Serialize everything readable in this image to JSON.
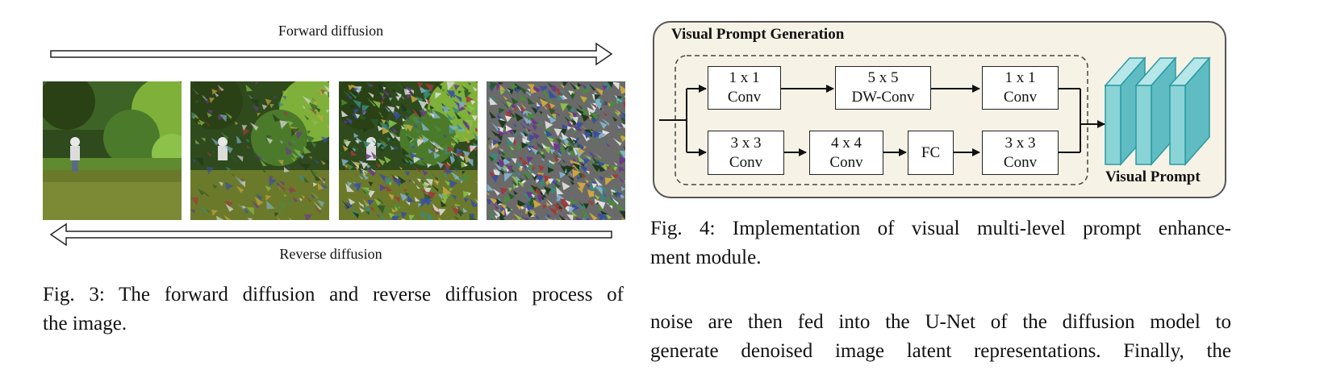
{
  "figure3": {
    "forward_label": "Forward diffusion",
    "reverse_label": "Reverse diffusion",
    "caption_line1": "Fig. 3: The forward diffusion and reverse diffusion process of",
    "caption_line2": "the image.",
    "images": [
      {
        "name": "clean-image",
        "noise_level": 0.0
      },
      {
        "name": "light-noise-image",
        "noise_level": 0.3
      },
      {
        "name": "medium-noise-image",
        "noise_level": 0.7
      },
      {
        "name": "full-noise-image",
        "noise_level": 1.0
      }
    ]
  },
  "figure4": {
    "title": "Visual Prompt Generation",
    "blocks": {
      "conv1x1_top_a": [
        "1 x 1",
        "Conv"
      ],
      "dwconv5x5": [
        "5 x 5",
        "DW-Conv"
      ],
      "conv1x1_top_b": [
        "1 x 1",
        "Conv"
      ],
      "conv3x3_a": [
        "3 x 3",
        "Conv"
      ],
      "conv4x4": [
        "4 x 4",
        "Conv"
      ],
      "fc": [
        "FC"
      ],
      "conv3x3_b": [
        "3 x 3",
        "Conv"
      ]
    },
    "output_label": "Visual Prompt",
    "caption_line1": "Fig. 4: Implementation of visual multi-level prompt enhance-",
    "caption_line2": "ment module."
  },
  "body_text": {
    "line1": "noise are then fed into the U-Net of the diffusion model to",
    "line2": "generate denoised image latent representations. Finally, the"
  },
  "colors": {
    "panel_bg": "#f6f3e6",
    "prompt_fill": "#8ad3d6",
    "prompt_edge": "#2a9aa2"
  }
}
